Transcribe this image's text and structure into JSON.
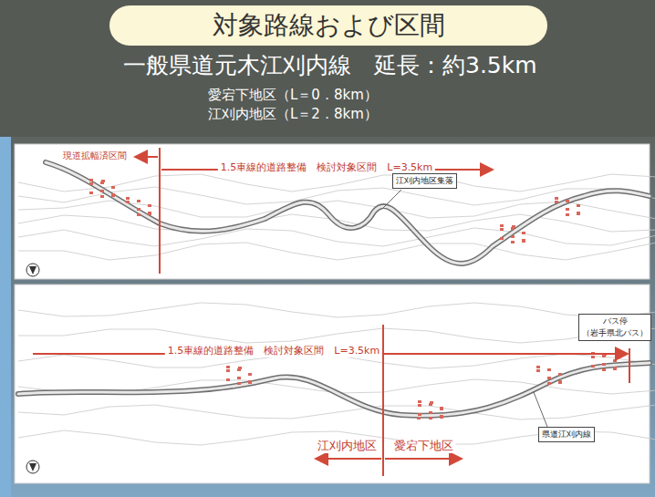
{
  "diagram": {
    "title": "対象路線および区間",
    "nodes": [
      {
        "text": [
          "江刈内地区集落"
        ]
      },
      {
        "text": [
          "バス停",
          "（岩手県北バス）"
        ]
      },
      {
        "text": [
          "県道江刈内線"
        ]
      }
    ],
    "labels": [
      "一般県道元木江刈内線　延長：約3.5km",
      "愛宕下地区（L＝0．8km）",
      "江刈内地区（L＝2．8km）",
      "現道拡幅済区間",
      "1.5車線的道路整備　検討対象区間　L=3.5km",
      "1.5車線的道路整備　検討対象区間　L=3.5km",
      "江刈内地区",
      "愛宕下地区"
    ]
  }
}
